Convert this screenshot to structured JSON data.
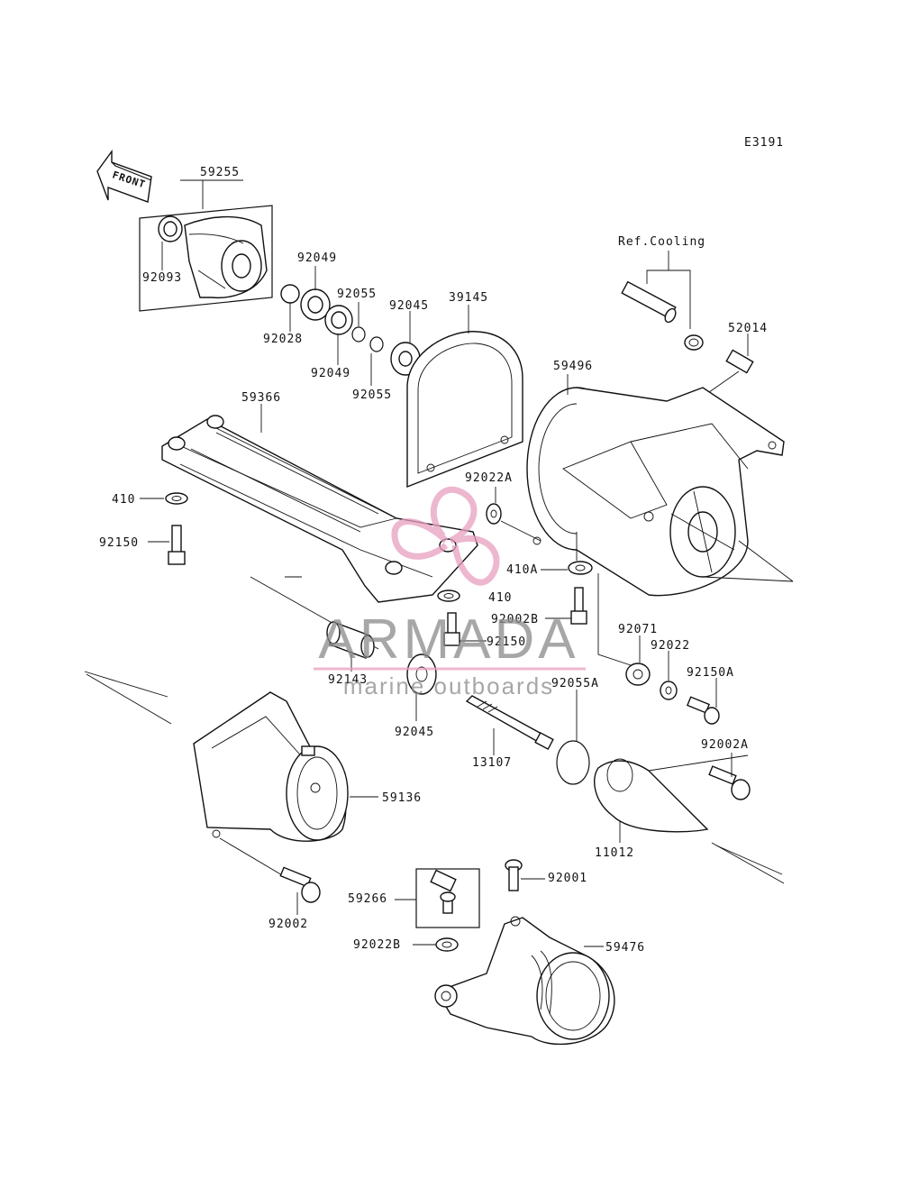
{
  "diagram_code": "E3191",
  "front_label": "FRONT",
  "ref_label": "Ref.Cooling",
  "labels": {
    "p59255": "59255",
    "p92093": "92093",
    "p92049a": "92049",
    "p92055a": "92055",
    "p92045a": "92045",
    "p39145": "39145",
    "p92028": "92028",
    "p92049b": "92049",
    "p92055b": "92055",
    "p52014": "52014",
    "p59496": "59496",
    "p59366": "59366",
    "p92022A": "92022A",
    "p410a": "410",
    "p92150a": "92150",
    "p410A": "410A",
    "p410b": "410",
    "p92002B": "92002B",
    "p92150b": "92150",
    "p92143": "92143",
    "p92071": "92071",
    "p92022": "92022",
    "p92150A": "92150A",
    "p92045b": "92045",
    "p92055A": "92055A",
    "p13107": "13107",
    "p92002A": "92002A",
    "p59136": "59136",
    "p11012": "11012",
    "p92001": "92001",
    "p59266": "59266",
    "p92002": "92002",
    "p92022B": "92022B",
    "p59476": "59476"
  },
  "watermark": {
    "brand": "ARMADA",
    "tagline": "marine outboards",
    "accent_color": "#e8a0c0",
    "text_color": "#8a8a8a"
  }
}
